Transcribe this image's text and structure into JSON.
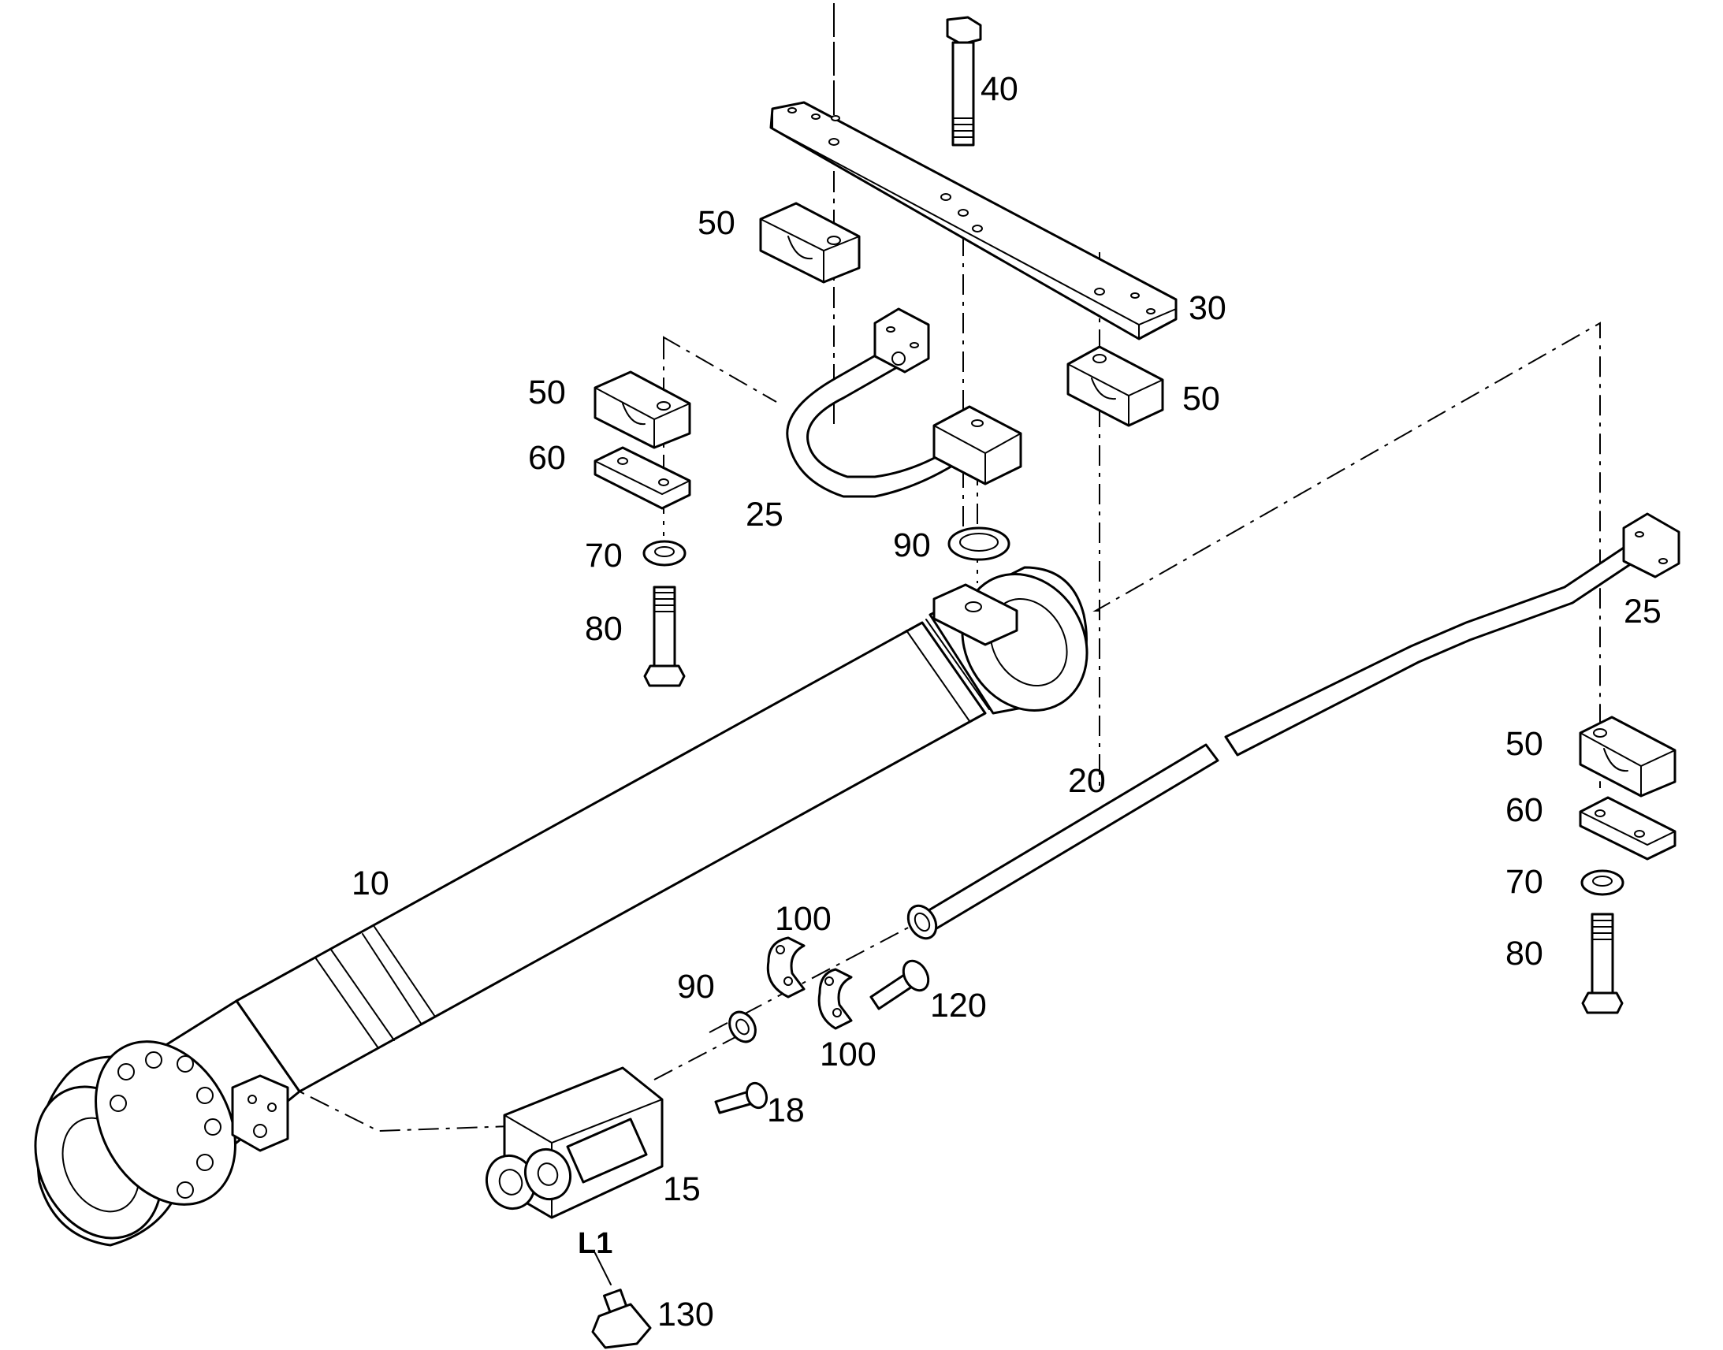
{
  "callouts": {
    "c10": "10",
    "c15": "15",
    "c18": "18",
    "c20": "20",
    "c25_top": "25",
    "c25_right": "25",
    "c30": "30",
    "c40": "40",
    "c50_top": "50",
    "c50_left": "50",
    "c50_mid": "50",
    "c50_right": "50",
    "c60_left": "60",
    "c60_right": "60",
    "c70_left": "70",
    "c70_right": "70",
    "c80_left": "80",
    "c80_right": "80",
    "c90_top": "90",
    "c90_bottom": "90",
    "c100_top": "100",
    "c100_bottom": "100",
    "c120": "120",
    "c130": "130",
    "cL1": "L1"
  }
}
